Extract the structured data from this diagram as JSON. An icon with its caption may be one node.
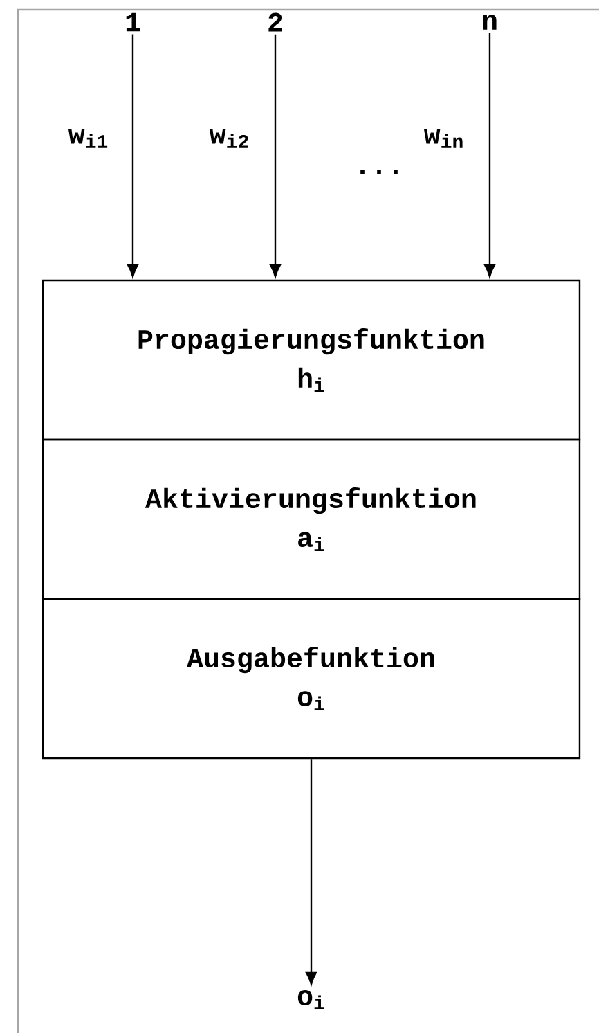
{
  "diagram": {
    "nodes": [
      {
        "text": [
          "1"
        ]
      },
      {
        "text": [
          "2"
        ]
      },
      {
        "text": [
          "n"
        ]
      },
      {
        "text": [
          "Propagierungsfunktion",
          "h$_{i}$"
        ]
      },
      {
        "text": [
          "Aktivierungsfunktion",
          "a$_{i}$"
        ]
      },
      {
        "text": [
          "Ausgabefunktion",
          "o$_{i}$"
        ]
      },
      {
        "text": [
          "o$_{i}$"
        ]
      }
    ],
    "edges": [
      {
        "from": 0,
        "to": 3,
        "arrow": "to",
        "label": "w$_{i1}$"
      },
      {
        "from": 1,
        "to": 3,
        "arrow": "to",
        "label": "w$_{i2}$"
      },
      {
        "from": 2,
        "to": 3,
        "arrow": "to",
        "label": "w$_{in}$"
      },
      {
        "from": 5,
        "to": 6,
        "arrow": "to"
      }
    ],
    "labels": [
      "..."
    ]
  }
}
